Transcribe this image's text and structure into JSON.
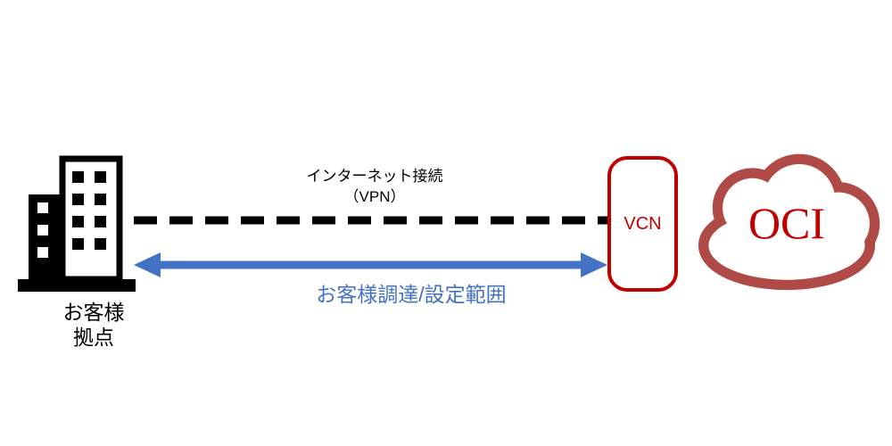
{
  "diagram": {
    "customer_site": {
      "label_line1": "お客様",
      "label_line2": "拠点"
    },
    "internet_connection": {
      "label_line1": "インターネット接続",
      "label_line2": "（VPN）"
    },
    "customer_scope": {
      "label": "お客様調達/設定範囲"
    },
    "vcn": {
      "label": "VCN"
    },
    "oci": {
      "label": "OCI"
    },
    "colors": {
      "arrow_blue": "#4472C4",
      "scope_text_blue": "#4472C4",
      "vcn_border_red": "#C00000",
      "vcn_text_red": "#C00000",
      "oci_text_red": "#C00000",
      "cloud_border_red": "#B04A47",
      "line_black": "#000000",
      "background": "#FFFFFF"
    }
  }
}
